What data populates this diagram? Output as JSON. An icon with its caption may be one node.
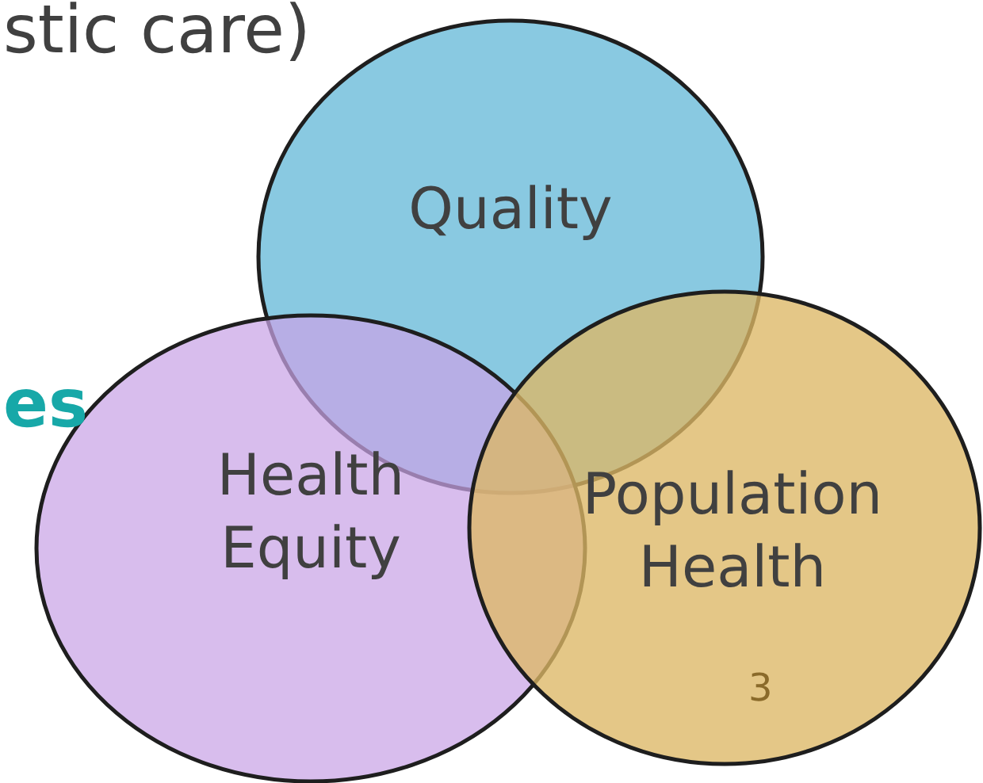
{
  "diagram": {
    "nodes": [
      {
        "text": [
          "Quality"
        ]
      },
      {
        "text": [
          "Health Equity"
        ]
      },
      {
        "text": [
          "Population Health"
        ]
      }
    ],
    "labels": [
      "stic care)",
      "es",
      "3"
    ]
  }
}
